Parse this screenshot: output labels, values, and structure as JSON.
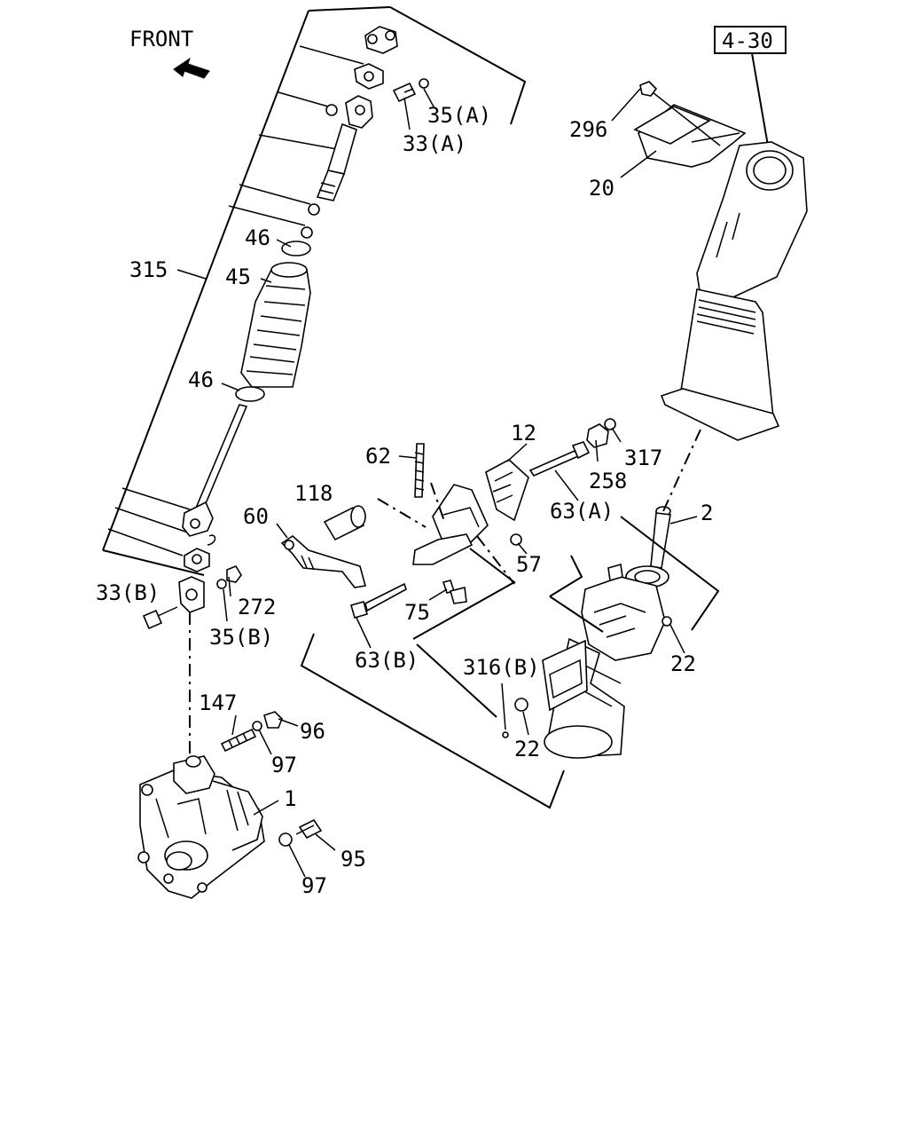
{
  "front": {
    "text": "FRONT"
  },
  "ref_box": {
    "text": "4-30"
  },
  "callouts": [
    {
      "id": "35a",
      "text": "35(A)"
    },
    {
      "id": "33a",
      "text": "33(A)"
    },
    {
      "id": "296",
      "text": "296"
    },
    {
      "id": "20",
      "text": "20"
    },
    {
      "id": "46t",
      "text": "46"
    },
    {
      "id": "315",
      "text": "315"
    },
    {
      "id": "45",
      "text": "45"
    },
    {
      "id": "46b",
      "text": "46"
    },
    {
      "id": "62",
      "text": "62"
    },
    {
      "id": "12",
      "text": "12"
    },
    {
      "id": "317",
      "text": "317"
    },
    {
      "id": "258",
      "text": "258"
    },
    {
      "id": "118",
      "text": "118"
    },
    {
      "id": "63a",
      "text": "63(A)"
    },
    {
      "id": "2",
      "text": "2"
    },
    {
      "id": "60",
      "text": "60"
    },
    {
      "id": "57",
      "text": "57"
    },
    {
      "id": "33b",
      "text": "33(B)"
    },
    {
      "id": "272",
      "text": "272"
    },
    {
      "id": "75",
      "text": "75"
    },
    {
      "id": "35b",
      "text": "35(B)"
    },
    {
      "id": "63b",
      "text": "63(B)"
    },
    {
      "id": "22r",
      "text": "22"
    },
    {
      "id": "316b",
      "text": "316(B)"
    },
    {
      "id": "147",
      "text": "147"
    },
    {
      "id": "96",
      "text": "96"
    },
    {
      "id": "22b",
      "text": "22"
    },
    {
      "id": "97t",
      "text": "97"
    },
    {
      "id": "1",
      "text": "1"
    },
    {
      "id": "95",
      "text": "95"
    },
    {
      "id": "97b",
      "text": "97"
    }
  ]
}
